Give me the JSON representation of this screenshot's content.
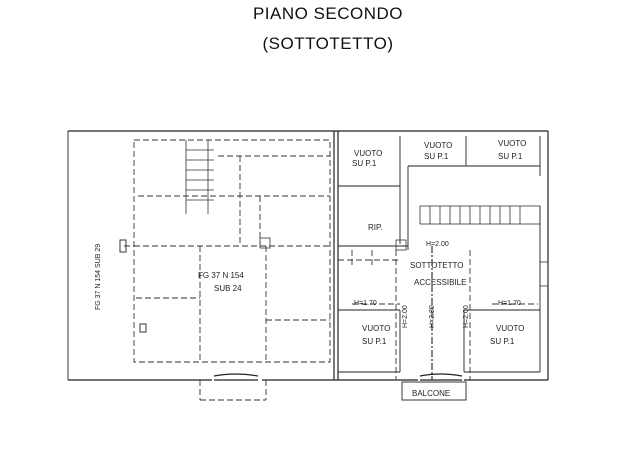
{
  "title": {
    "line1": "PIANO SECONDO",
    "line2": "(SOTTOTETTO)"
  },
  "labels": {
    "vuoto_top_left": {
      "l1": "VUOTO",
      "l2": "SU P.1"
    },
    "vuoto_top_mid": {
      "l1": "VUOTO",
      "l2": "SU P.1"
    },
    "vuoto_top_right": {
      "l1": "VUOTO",
      "l2": "SU P.1"
    },
    "rip": "RIP.",
    "h_200_top": "H=2.00",
    "sottotetto": {
      "l1": "SOTTOTETTO",
      "l2": "ACCESSIBILE"
    },
    "h_170_left": "H=1.70",
    "h_170_right": "H=1.70",
    "h_200_left": "H=2.00",
    "h_280": "H=2.80",
    "h_200_right": "H=2.00",
    "vuoto_bottom_left": {
      "l1": "VUOTO",
      "l2": "SU P.1"
    },
    "vuoto_bottom_right": {
      "l1": "VUOTO",
      "l2": "SU P.1"
    },
    "balcone": "BALCONE",
    "fg_sub24": {
      "l1": "FG 37 N 154",
      "l2": "SUB 24"
    },
    "fg_sub29_vertical": "FG 37 N 154 SUB 29"
  }
}
